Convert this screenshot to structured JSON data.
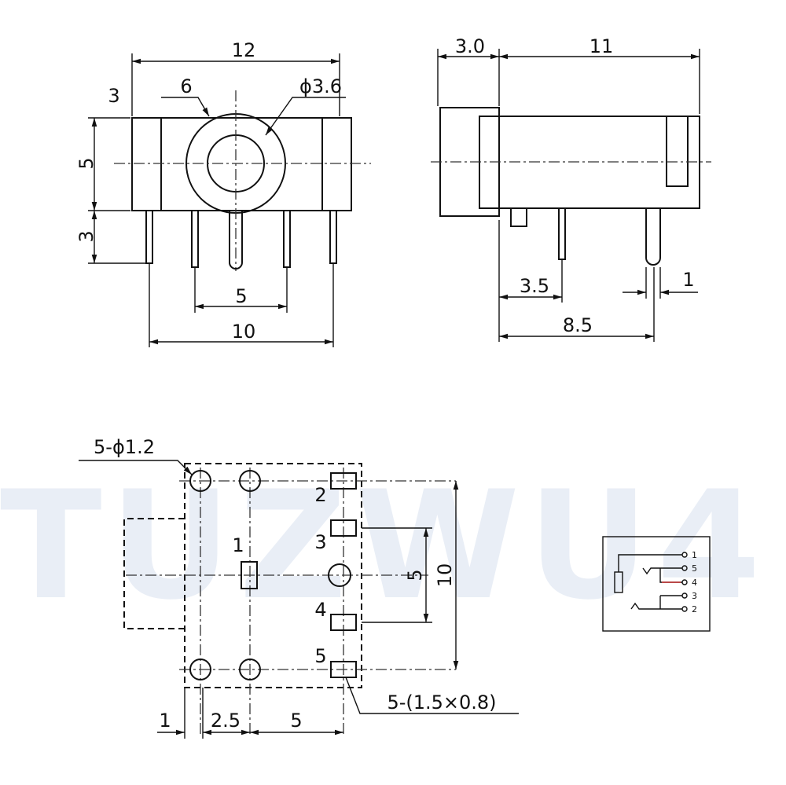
{
  "watermark": "TUZWU4",
  "front_view": {
    "width": "12",
    "pin_offset": "3",
    "ring": "6",
    "bore": "ϕ3.6",
    "height": "5",
    "pin_length": "3",
    "pitch_inner": "5",
    "pitch_outer": "10"
  },
  "side_view": {
    "flange": "3.0",
    "length": "11",
    "pin_a": "3.5",
    "pin_dia": "1",
    "pin_b": "8.5"
  },
  "footprint": {
    "holes": "5-ϕ1.2",
    "pads": "5-(1.5×0.8)",
    "pad_labels": [
      "1",
      "2",
      "3",
      "4",
      "5"
    ],
    "span_inner": "5",
    "span_outer": "10",
    "edge": "1",
    "col1": "2.5",
    "col2": "5"
  },
  "schematic": {
    "pins": [
      "1",
      "5",
      "4",
      "3",
      "2"
    ]
  }
}
